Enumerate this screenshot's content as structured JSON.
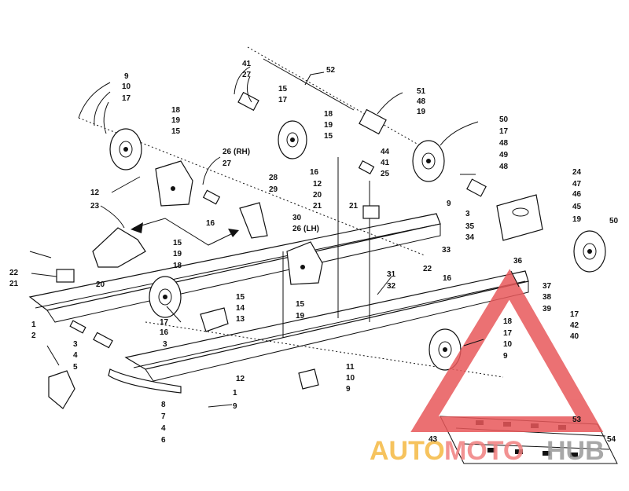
{
  "callouts": [
    {
      "text": "9"
    },
    {
      "text": "10"
    },
    {
      "text": "17"
    },
    {
      "text": "18"
    },
    {
      "text": "19"
    },
    {
      "text": "15"
    },
    {
      "text": "41"
    },
    {
      "text": "27"
    },
    {
      "text": "15"
    },
    {
      "text": "17"
    },
    {
      "text": "52"
    },
    {
      "text": "18"
    },
    {
      "text": "19"
    },
    {
      "text": "15"
    },
    {
      "text": "51"
    },
    {
      "text": "48"
    },
    {
      "text": "19"
    },
    {
      "text": "50"
    },
    {
      "text": "17"
    },
    {
      "text": "48"
    },
    {
      "text": "49"
    },
    {
      "text": "48"
    },
    {
      "text": "26"
    },
    {
      "text": "(RH)"
    },
    {
      "text": "27"
    },
    {
      "text": "12"
    },
    {
      "text": "23"
    },
    {
      "text": "16"
    },
    {
      "text": "28"
    },
    {
      "text": "29"
    },
    {
      "text": "30"
    },
    {
      "text": "26"
    },
    {
      "text": "(LH)"
    },
    {
      "text": "44"
    },
    {
      "text": "41"
    },
    {
      "text": "25"
    },
    {
      "text": "16"
    },
    {
      "text": "12"
    },
    {
      "text": "20"
    },
    {
      "text": "21"
    },
    {
      "text": "21"
    },
    {
      "text": "9"
    },
    {
      "text": "24"
    },
    {
      "text": "47"
    },
    {
      "text": "46"
    },
    {
      "text": "45"
    },
    {
      "text": "19"
    },
    {
      "text": "50"
    },
    {
      "text": "3"
    },
    {
      "text": "35"
    },
    {
      "text": "34"
    },
    {
      "text": "33"
    },
    {
      "text": "36"
    },
    {
      "text": "16"
    },
    {
      "text": "22"
    },
    {
      "text": "15"
    },
    {
      "text": "19"
    },
    {
      "text": "18"
    },
    {
      "text": "22"
    },
    {
      "text": "21"
    },
    {
      "text": "20"
    },
    {
      "text": "15"
    },
    {
      "text": "19"
    },
    {
      "text": "31"
    },
    {
      "text": "32"
    },
    {
      "text": "37"
    },
    {
      "text": "38"
    },
    {
      "text": "39"
    },
    {
      "text": "17"
    },
    {
      "text": "42"
    },
    {
      "text": "40"
    },
    {
      "text": "1"
    },
    {
      "text": "2"
    },
    {
      "text": "17"
    },
    {
      "text": "16"
    },
    {
      "text": "15"
    },
    {
      "text": "14"
    },
    {
      "text": "13"
    },
    {
      "text": "3"
    },
    {
      "text": "4"
    },
    {
      "text": "5"
    },
    {
      "text": "3"
    },
    {
      "text": "8"
    },
    {
      "text": "7"
    },
    {
      "text": "4"
    },
    {
      "text": "6"
    },
    {
      "text": "12"
    },
    {
      "text": "1"
    },
    {
      "text": "9"
    },
    {
      "text": "11"
    },
    {
      "text": "10"
    },
    {
      "text": "9"
    },
    {
      "text": "18"
    },
    {
      "text": "17"
    },
    {
      "text": "10"
    },
    {
      "text": "9"
    },
    {
      "text": "53"
    },
    {
      "text": "43"
    },
    {
      "text": "54"
    }
  ],
  "watermark": {
    "text_a": "AUTO",
    "text_b": "MOTO",
    "text_c": "HUB",
    "color_a": "#f5b942",
    "color_b": "#f08080",
    "color_c": "#9a9a9a",
    "triangle_color": "#e8585a"
  }
}
